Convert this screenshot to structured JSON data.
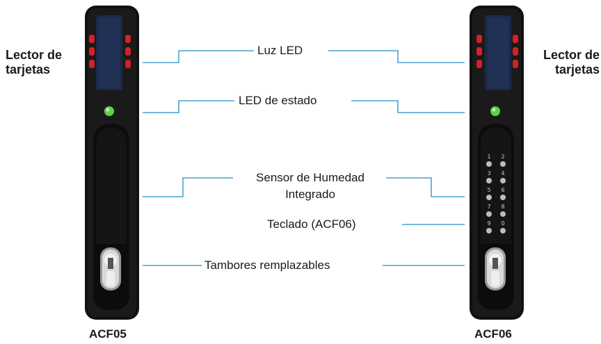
{
  "left_device": {
    "side_label_line1": "Lector de",
    "side_label_line2": "tarjetas",
    "model": "ACF05"
  },
  "right_device": {
    "side_label_line1": "Lector de",
    "side_label_line2": "tarjetas",
    "model": "ACF06",
    "keypad_keys": [
      "1",
      "2",
      "3",
      "4",
      "5",
      "6",
      "7",
      "8",
      "9",
      "0",
      "",
      ""
    ]
  },
  "callouts": {
    "led_light": "Luz LED",
    "status_led": "LED de estado",
    "humidity_sensor_line1": "Sensor de Humedad",
    "humidity_sensor_line2": "Integrado",
    "keypad": "Teclado (ACF06)",
    "cylinders": "Tambores remplazables"
  },
  "colors": {
    "leader_line": "#1e8fc8",
    "body": "#111111",
    "led_red": "#d3202a",
    "status_green": "#5fd14a",
    "reader_panel": "#1c2a4a"
  }
}
